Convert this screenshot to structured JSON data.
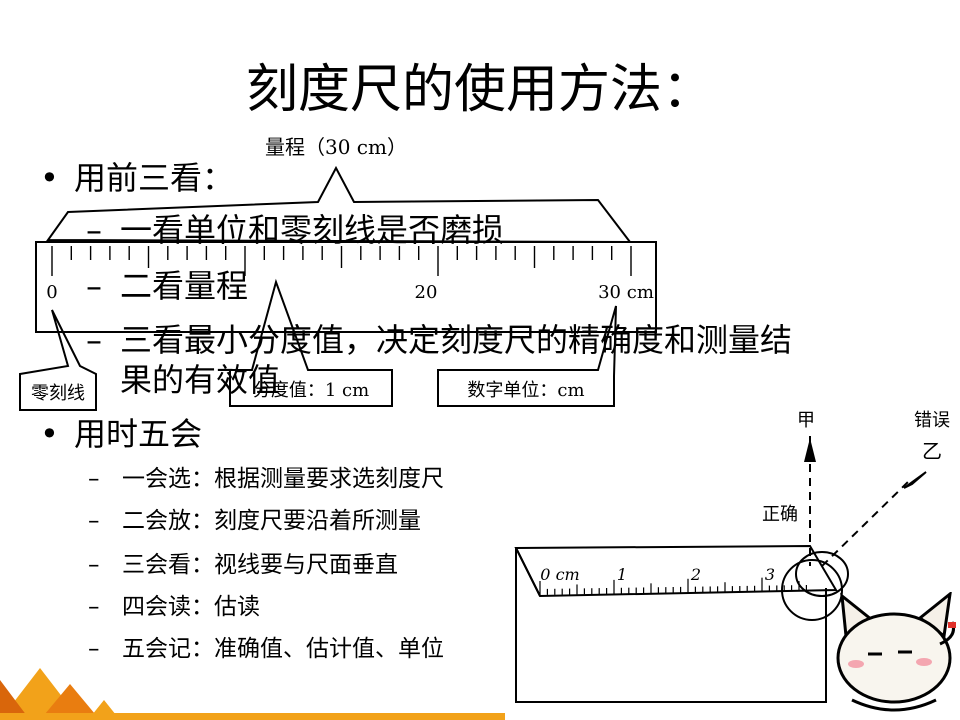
{
  "title": "刻度尺的使用方法：",
  "sections": [
    {
      "bullet": "用前三看：",
      "items": [
        "一看单位和零刻线是否磨损",
        "二看量程",
        "三看最小分度值，决定刻度尺的精确度和测量结",
        "果的有效值"
      ]
    },
    {
      "bullet": "用时五会",
      "items": [
        "一会选：根据测量要求选刻度尺",
        "二会放：刻度尺要沿着所测量",
        "三会看：视线要与尺面垂直",
        "四会读：估读",
        "五会记：准确值、估计值、单位"
      ]
    }
  ],
  "ruler_top": {
    "range_label": "量程（30  cm）",
    "tick_0": "0",
    "tick_20": "20",
    "tick_30": "30 cm",
    "zero_label": "零刻线",
    "division_label": "分度值：1  cm",
    "unit_label": "数字单位：cm"
  },
  "ruler_bottom": {
    "label_jia": "甲",
    "label_cuowu": "错误",
    "label_yi": "乙",
    "label_zhengque": "正确",
    "tick_0": "0 cm",
    "tick_1": "1",
    "tick_2": "2",
    "tick_3": "3"
  },
  "colors": {
    "accent": "#f2a21a",
    "corner_dark": "#d9660b"
  }
}
